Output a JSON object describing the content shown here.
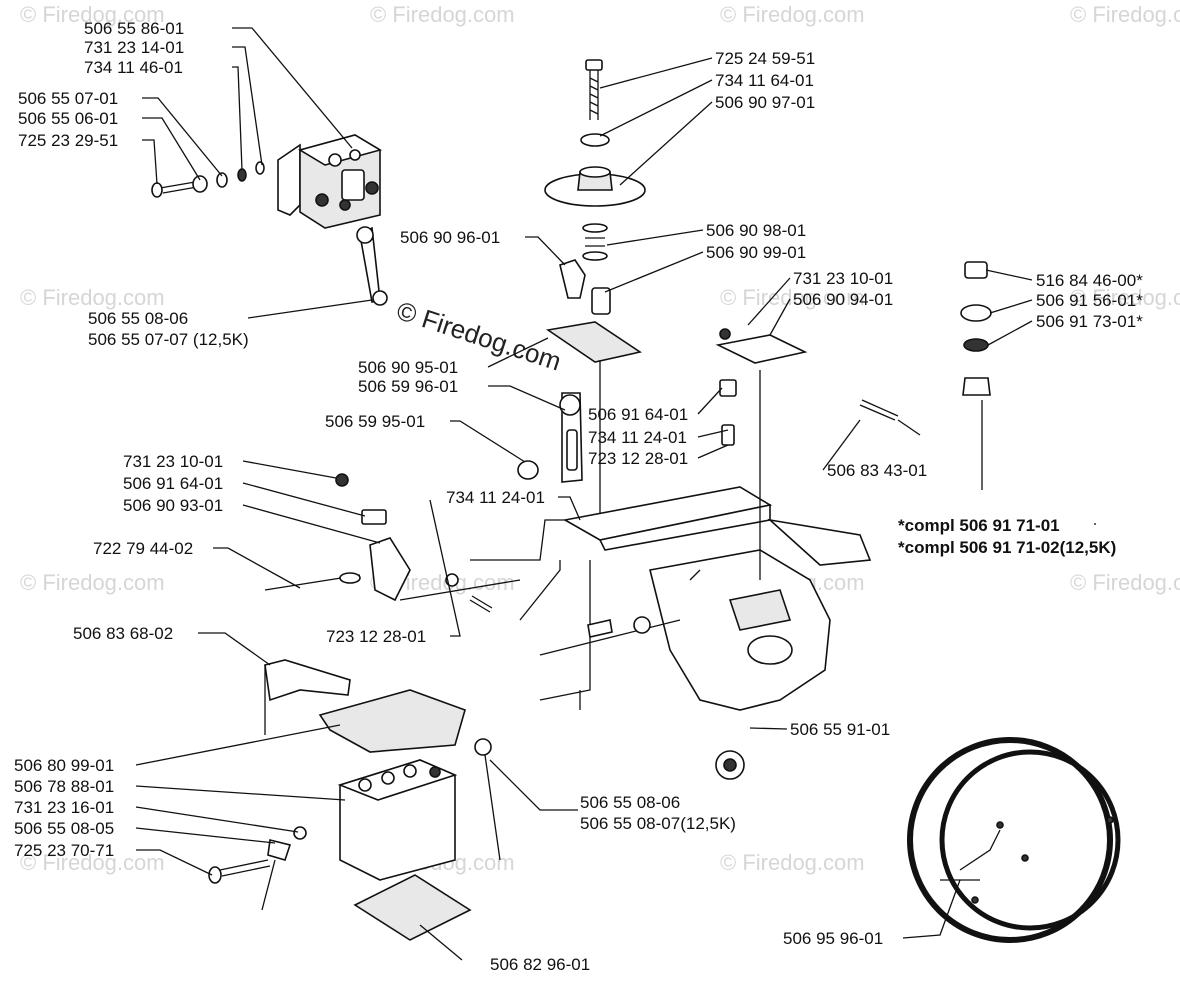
{
  "watermark": {
    "text": "© Firedog.com",
    "center_text": "© Firedog.com"
  },
  "labels": {
    "l_506558601": "506 55 86-01",
    "l_731231401": "731 23 14-01",
    "l_734114601": "734 11 46-01",
    "l_506550701": "506 55 07-01",
    "l_506550601": "506 55 06-01",
    "l_725232951": "725 23 29-51",
    "l_506550806": "506 55 08-06",
    "l_506550707": "506 55 07-07 (12,5K)",
    "l_725245951": "725 24 59-51",
    "l_734116401": "734 11 64-01",
    "l_506909701": "506 90 97-01",
    "l_506909601": "506 90 96-01",
    "l_506909801": "506 90 98-01",
    "l_506909901": "506 90 99-01",
    "l_731231001a": "731 23 10-01",
    "l_506909401": "506 90 94-01",
    "l_516844600": "516 84 46-00*",
    "l_506915601": "506 91 56-01*",
    "l_506917301": "506 91 73-01*",
    "l_506909501": "506 90 95-01",
    "l_506599601": "506 59 96-01",
    "l_506599501": "506 59 95-01",
    "l_506916401a": "506 91 64-01",
    "l_734112401a": "734 11 24-01",
    "l_723122801a": "723 12 28-01",
    "l_506834301": "506 83 43-01",
    "l_731231001b": "731 23 10-01",
    "l_506916401b": "506 91 64-01",
    "l_506909301": "506 90 93-01",
    "l_734112401b": "734 11 24-01",
    "l_compl1": "*compl 506 91 71-01",
    "l_compl2": "*compl 506 91 71-02(12,5K)",
    "l_722794402": "722 79 44-02",
    "l_723122801b": "723 12 28-01",
    "l_506836802": "506 83 68-02",
    "l_506555591": "506 55 91-01",
    "l_506809901": "506 80 99-01",
    "l_506788801": "506 78 88-01",
    "l_731231601": "731 23 16-01",
    "l_506550805": "506 55 08-05",
    "l_725237071": "725 23 70-71",
    "l_506550806b": "506 55 08-06",
    "l_506550807": "506 55 08-07(12,5K)",
    "l_506959601": "506 95 96-01",
    "l_506829601": "506 82 96-01"
  },
  "colors": {
    "ink": "#111111",
    "paper": "#ffffff",
    "watermark": "#d6d6d6"
  }
}
